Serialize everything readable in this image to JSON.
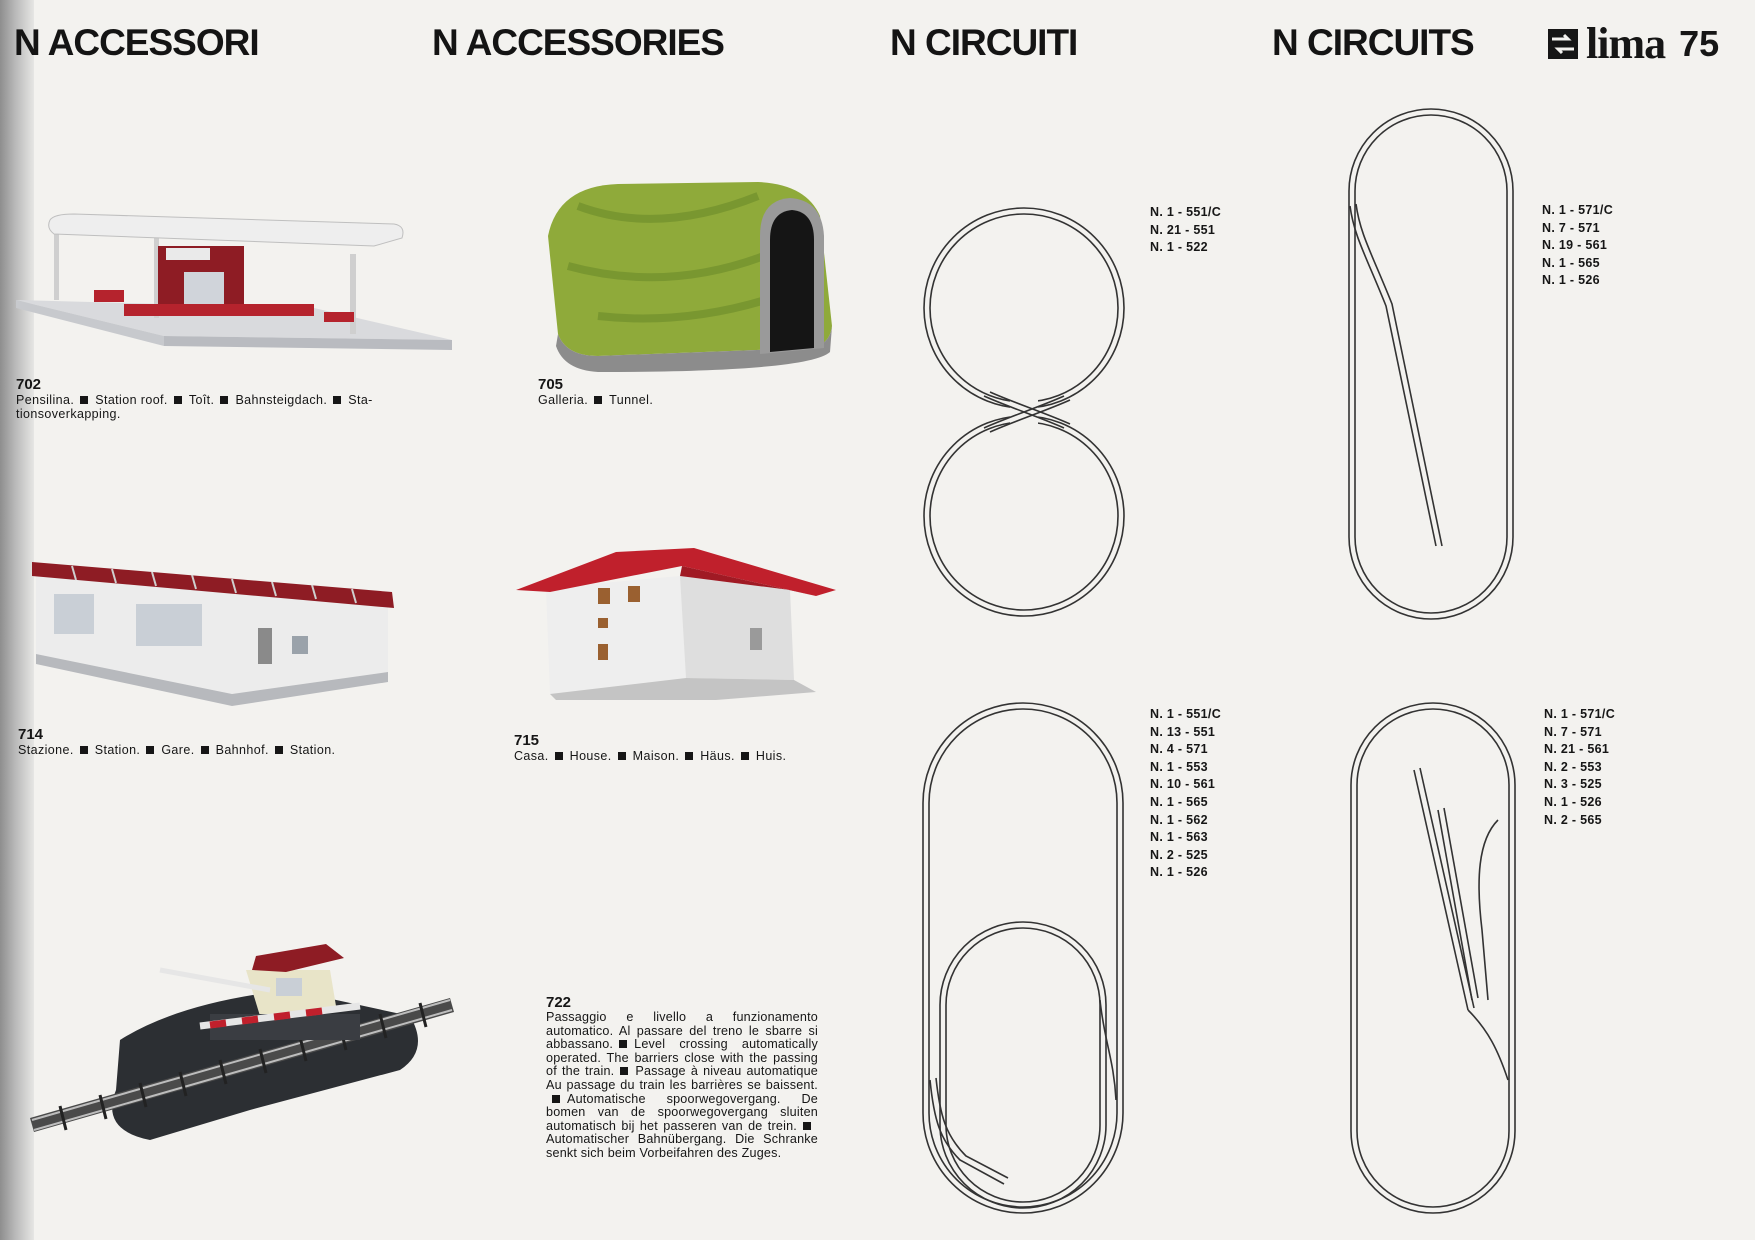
{
  "headings": {
    "accessori_it": "N ACCESSORI",
    "accessories_en": "N ACCESSORIES",
    "circuiti_it": "N CIRCUITI",
    "circuits_en": "N CIRCUITS"
  },
  "logo": {
    "brand": "lima",
    "number": "75"
  },
  "products": {
    "p702": {
      "code": "702",
      "desc": [
        "Pensilina.",
        "Station roof.",
        "Toît.",
        "Bahnsteigdach.",
        "Sta-"
      ],
      "desc2": "tionsoverkapping."
    },
    "p705": {
      "code": "705",
      "desc": [
        "Galleria.",
        "Tunnel."
      ]
    },
    "p714": {
      "code": "714",
      "desc": [
        "Stazione.",
        "Station.",
        "Gare.",
        "Bahnhof.",
        "Station."
      ]
    },
    "p715": {
      "code": "715",
      "desc": [
        "Casa.",
        "House.",
        "Maison.",
        "Häus.",
        "Huis."
      ]
    },
    "p722": {
      "code": "722",
      "desc": [
        "Passaggio e livello a funzionamento automatico. Al passare del treno le sbarre si abbassano.",
        "Level crossing automatically operated. The barriers close with the passing of the train.",
        "Passage à niveau automatique Au passage du train les barrières se baissent.",
        "Automatische spoorwegovergang. De bomen van de spoorwegovergang sluiten automatisch bij het passeren van de trein.",
        "Automatischer Bahnübergang. Die Schranke senkt sich beim Vorbeifahren des Zuges."
      ]
    }
  },
  "circuits": {
    "c1": [
      [
        "1",
        "551/C"
      ],
      [
        "21",
        "551"
      ],
      [
        "1",
        "522"
      ]
    ],
    "c2": [
      [
        "1",
        "571/C"
      ],
      [
        "7",
        "571"
      ],
      [
        "19",
        "561"
      ],
      [
        "1",
        "565"
      ],
      [
        "1",
        "526"
      ]
    ],
    "c3": [
      [
        "1",
        "551/C"
      ],
      [
        "13",
        "551"
      ],
      [
        "4",
        "571"
      ],
      [
        "1",
        "553"
      ],
      [
        "10",
        "561"
      ],
      [
        "1",
        "565"
      ],
      [
        "1",
        "562"
      ],
      [
        "1",
        "563"
      ],
      [
        "2",
        "525"
      ],
      [
        "1",
        "526"
      ]
    ],
    "c4": [
      [
        "1",
        "571/C"
      ],
      [
        "7",
        "571"
      ],
      [
        "21",
        "561"
      ],
      [
        "2",
        "553"
      ],
      [
        "3",
        "525"
      ],
      [
        "1",
        "526"
      ],
      [
        "2",
        "565"
      ]
    ]
  },
  "colors": {
    "roof_red": "#b5232d",
    "tunnel_green": "#8faa3a",
    "track": "#333333"
  }
}
